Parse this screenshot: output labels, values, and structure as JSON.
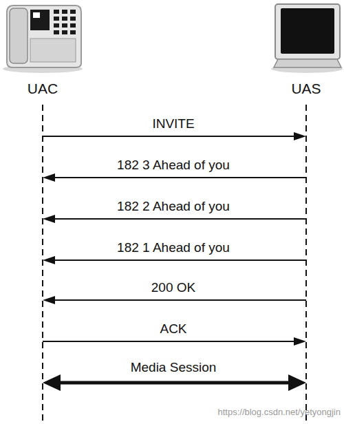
{
  "diagram": {
    "nodes": [
      {
        "text": [
          "UAC"
        ]
      },
      {
        "text": [
          "UAS"
        ]
      }
    ],
    "edges": [
      {
        "from": 0,
        "to": 1,
        "arrow": "to",
        "label": "INVITE"
      },
      {
        "from": 1,
        "to": 0,
        "arrow": "to",
        "label": "182 3 Ahead of you"
      },
      {
        "from": 1,
        "to": 0,
        "arrow": "to",
        "label": "182 2 Ahead of you"
      },
      {
        "from": 1,
        "to": 0,
        "arrow": "to",
        "label": "182 1 Ahead of you"
      },
      {
        "from": 1,
        "to": 0,
        "arrow": "to",
        "label": "200 OK"
      },
      {
        "from": 0,
        "to": 1,
        "arrow": "to",
        "label": "ACK"
      },
      {
        "from": 0,
        "to": 1,
        "arrow": "both",
        "label": "Media Session"
      }
    ],
    "labels": [
      "https://blog.csdn.net/yetyongjin"
    ]
  }
}
